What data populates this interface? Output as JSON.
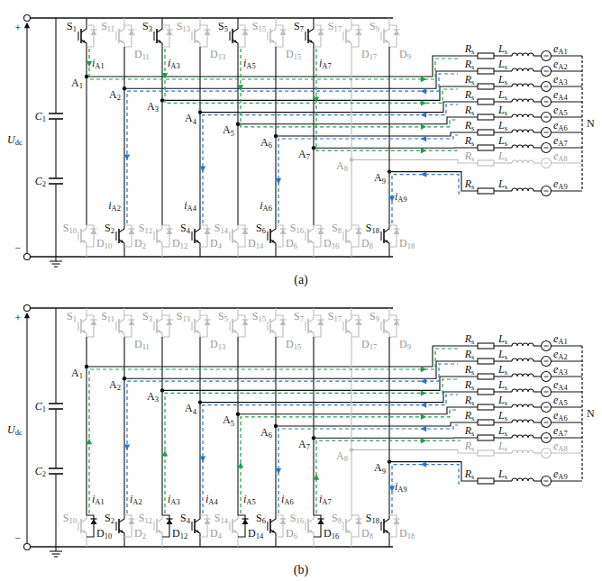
{
  "diagram": {
    "labels": [
      "+",
      "−",
      "Udc",
      "C1",
      "C2",
      "S1",
      "S11",
      "S3",
      "S13",
      "S5",
      "S15",
      "S7",
      "S17",
      "S9",
      "D11",
      "D13",
      "D15",
      "D17",
      "D9",
      "S10",
      "S2",
      "S12",
      "S4",
      "S14",
      "S6",
      "S16",
      "S8",
      "S18",
      "D10",
      "D2",
      "D12",
      "D4",
      "D14",
      "D6",
      "D16",
      "D8",
      "D18",
      "A1",
      "A2",
      "A3",
      "A4",
      "A5",
      "A6",
      "A7",
      "A8",
      "A9",
      "iA1",
      "iA2",
      "iA3",
      "iA4",
      "iA5",
      "iA6",
      "iA7",
      "iA9",
      "Rs",
      "Ls",
      "eA1",
      "Rs",
      "Ls",
      "eA2",
      "Rs",
      "Ls",
      "eA3",
      "Rs",
      "Ls",
      "eA4",
      "Rs",
      "Ls",
      "eA5",
      "Rs",
      "Ls",
      "eA6",
      "Rs",
      "Ls",
      "eA7",
      "Rs",
      "Ls",
      "eA8",
      "Rs",
      "Ls",
      "eA9",
      "N",
      "(a)",
      "+",
      "−",
      "Udc",
      "C1",
      "C2",
      "S1",
      "S11",
      "S3",
      "S13",
      "S5",
      "S15",
      "S7",
      "S17",
      "S9",
      "D11",
      "D13",
      "D15",
      "D17",
      "D9",
      "S10",
      "S2",
      "S12",
      "S4",
      "S14",
      "S6",
      "S16",
      "S8",
      "S18",
      "D10",
      "D2",
      "D12",
      "D4",
      "D14",
      "D6",
      "D16",
      "D8",
      "D18",
      "A1",
      "A2",
      "A3",
      "A4",
      "A5",
      "A6",
      "A7",
      "A8",
      "A9",
      "iA1",
      "iA2",
      "iA3",
      "iA4",
      "iA5",
      "iA6",
      "iA7",
      "iA9",
      "Rs",
      "Ls",
      "eA1",
      "Rs",
      "Ls",
      "eA2",
      "Rs",
      "Ls",
      "eA3",
      "Rs",
      "Ls",
      "eA4",
      "Rs",
      "Ls",
      "eA5",
      "Rs",
      "Ls",
      "eA6",
      "Rs",
      "Ls",
      "eA7",
      "Rs",
      "Ls",
      "eA8",
      "Rs",
      "Ls",
      "eA9",
      "N",
      "(b)"
    ]
  }
}
